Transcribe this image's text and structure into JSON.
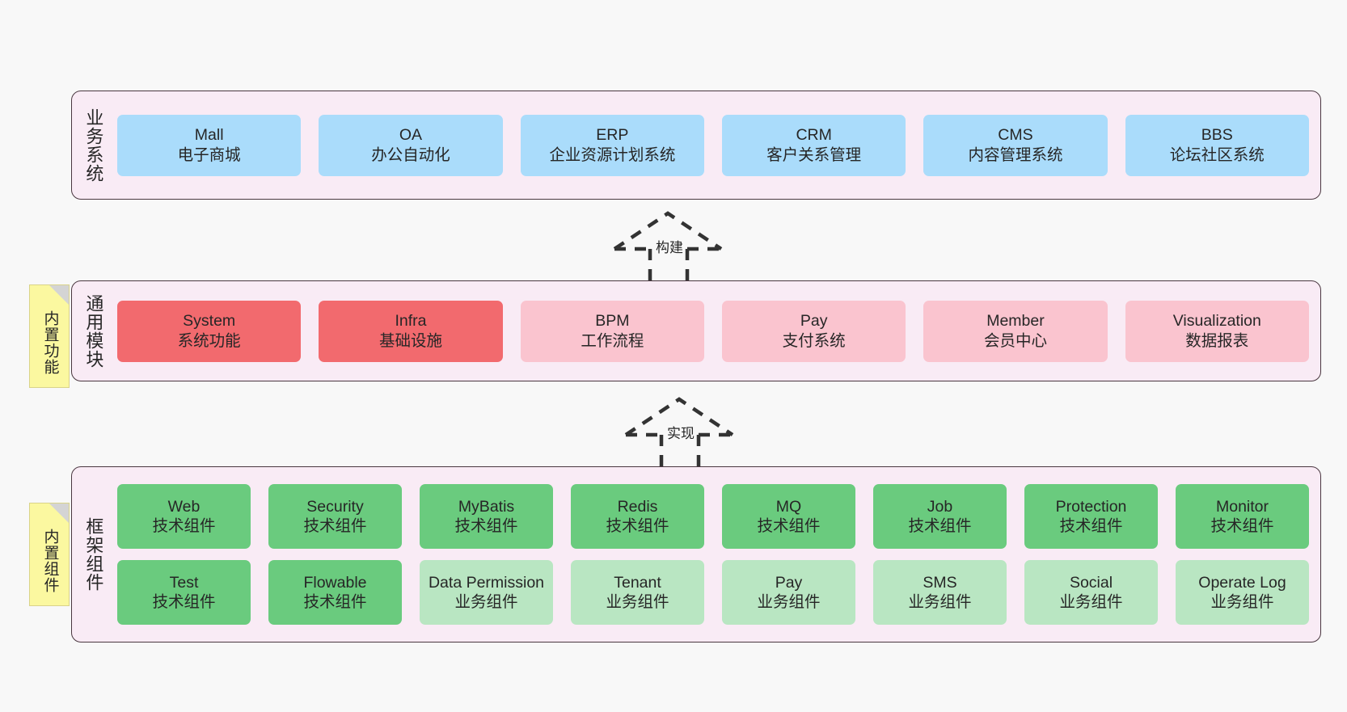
{
  "diagram": {
    "background_color": "#f8f8f8",
    "layer_background_color": "#f9ebf5",
    "layer_border_color": "#4a3740"
  },
  "layers": [
    {
      "id": "business",
      "label": "业务系统",
      "rows": [
        {
          "cells": [
            {
              "title": "Mall",
              "subtitle": "电子商城",
              "fill": "#aadcfb"
            },
            {
              "title": "OA",
              "subtitle": "办公自动化",
              "fill": "#aadcfb"
            },
            {
              "title": "ERP",
              "subtitle": "企业资源计划系统",
              "fill": "#aadcfb"
            },
            {
              "title": "CRM",
              "subtitle": "客户关系管理",
              "fill": "#aadcfb"
            },
            {
              "title": "CMS",
              "subtitle": "内容管理系统",
              "fill": "#aadcfb"
            },
            {
              "title": "BBS",
              "subtitle": "论坛社区系统",
              "fill": "#aadcfb"
            }
          ]
        }
      ]
    },
    {
      "id": "common",
      "label": "通用模块",
      "note": "内置功能",
      "rows": [
        {
          "cells": [
            {
              "title": "System",
              "subtitle": "系统功能",
              "fill": "#f26a6e"
            },
            {
              "title": "Infra",
              "subtitle": "基础设施",
              "fill": "#f26a6e"
            },
            {
              "title": "BPM",
              "subtitle": "工作流程",
              "fill": "#fac4cf"
            },
            {
              "title": "Pay",
              "subtitle": "支付系统",
              "fill": "#fac4cf"
            },
            {
              "title": "Member",
              "subtitle": "会员中心",
              "fill": "#fac4cf"
            },
            {
              "title": "Visualization",
              "subtitle": "数据报表",
              "fill": "#fac4cf"
            }
          ]
        }
      ]
    },
    {
      "id": "framework",
      "label": "框架组件",
      "note": "内置组件",
      "rows": [
        {
          "cells": [
            {
              "title": "Web",
              "subtitle": "技术组件",
              "fill": "#6acb7e"
            },
            {
              "title": "Security",
              "subtitle": "技术组件",
              "fill": "#6acb7e"
            },
            {
              "title": "MyBatis",
              "subtitle": "技术组件",
              "fill": "#6acb7e"
            },
            {
              "title": "Redis",
              "subtitle": "技术组件",
              "fill": "#6acb7e"
            },
            {
              "title": "MQ",
              "subtitle": "技术组件",
              "fill": "#6acb7e"
            },
            {
              "title": "Job",
              "subtitle": "技术组件",
              "fill": "#6acb7e"
            },
            {
              "title": "Protection",
              "subtitle": "技术组件",
              "fill": "#6acb7e"
            },
            {
              "title": "Monitor",
              "subtitle": "技术组件",
              "fill": "#6acb7e"
            }
          ]
        },
        {
          "cells": [
            {
              "title": "Test",
              "subtitle": "技术组件",
              "fill": "#6acb7e"
            },
            {
              "title": "Flowable",
              "subtitle": "技术组件",
              "fill": "#6acb7e"
            },
            {
              "title": "Data Permission",
              "subtitle": "业务组件",
              "fill": "#b9e6c2"
            },
            {
              "title": "Tenant",
              "subtitle": "业务组件",
              "fill": "#b9e6c2"
            },
            {
              "title": "Pay",
              "subtitle": "业务组件",
              "fill": "#b9e6c2"
            },
            {
              "title": "SMS",
              "subtitle": "业务组件",
              "fill": "#b9e6c2"
            },
            {
              "title": "Social",
              "subtitle": "业务组件",
              "fill": "#b9e6c2"
            },
            {
              "title": "Operate Log",
              "subtitle": "业务组件",
              "fill": "#b9e6c2"
            }
          ]
        }
      ]
    }
  ],
  "connectors": [
    {
      "id": "build",
      "label": "构建",
      "style": "dashed-generalization",
      "from": "common",
      "to": "business"
    },
    {
      "id": "realize",
      "label": "实现",
      "style": "dashed-generalization",
      "from": "framework",
      "to": "common"
    }
  ]
}
